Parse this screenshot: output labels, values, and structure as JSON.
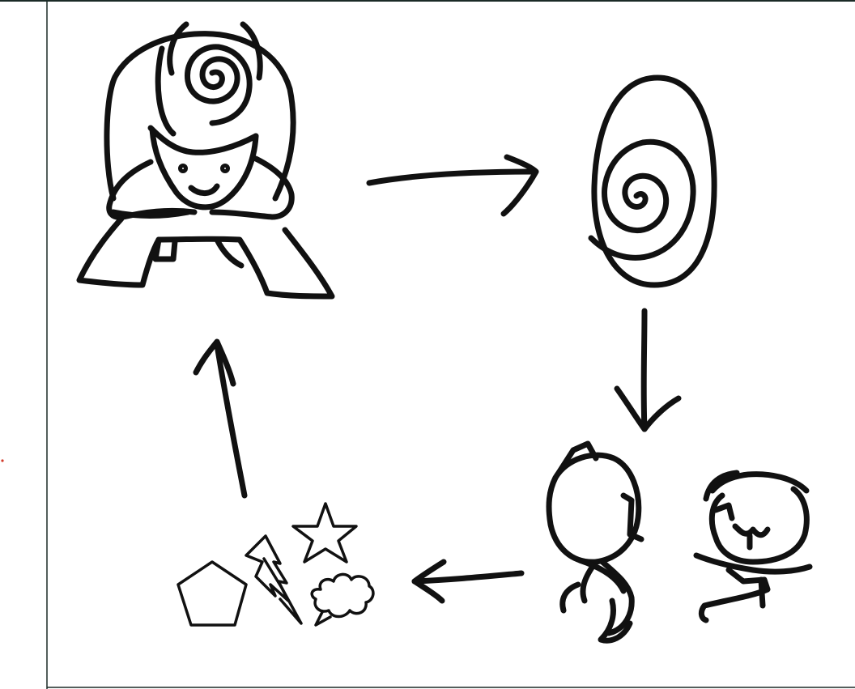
{
  "colors": {
    "background": "#ffffff",
    "ink": "#111111",
    "frame_border": "#1b2a26",
    "marker": "#d23a2a"
  },
  "diagram": {
    "nodes": [
      {
        "id": "hooded-figure",
        "icon": "hooded-figure-icon"
      },
      {
        "id": "spiral-egg",
        "icon": "spiral-egg-icon"
      },
      {
        "id": "two-creatures",
        "icon": "two-creatures-icon"
      },
      {
        "id": "shape-elements",
        "icon": "shapes-cluster-icon"
      }
    ],
    "edges": [
      {
        "from": "hooded-figure",
        "to": "spiral-egg",
        "direction": "right"
      },
      {
        "from": "spiral-egg",
        "to": "two-creatures",
        "direction": "down"
      },
      {
        "from": "two-creatures",
        "to": "shape-elements",
        "direction": "left"
      },
      {
        "from": "shape-elements",
        "to": "hooded-figure",
        "direction": "up"
      }
    ]
  }
}
